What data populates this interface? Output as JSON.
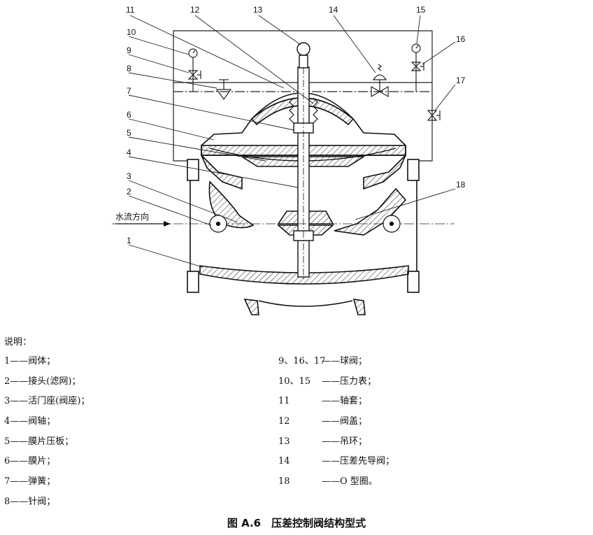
{
  "callouts": [
    "11",
    "12",
    "13",
    "14",
    "15",
    "16",
    "10",
    "9",
    "8",
    "17",
    "7",
    "6",
    "5",
    "4",
    "18",
    "3",
    "2",
    "1"
  ],
  "flow_direction_label": "水流方向",
  "legend_title": "说明：",
  "legend_left": [
    "1——阀体；",
    "2——接头(滤网)；",
    "3——活门座(阀座)；",
    "4——阀轴；",
    "5——膜片压板；",
    "6——膜片；",
    "7——弹簧；",
    "8——针阀；"
  ],
  "legend_right": [
    {
      "num": "9、16、17",
      "desc": "——球阀；"
    },
    {
      "num": "10、15",
      "desc": "——压力表；"
    },
    {
      "num": "11",
      "desc": "——轴套；"
    },
    {
      "num": "12",
      "desc": "——阀盖；"
    },
    {
      "num": "13",
      "desc": "——吊环；"
    },
    {
      "num": "14",
      "desc": "——压差先导阀；"
    },
    {
      "num": "18",
      "desc": "——O 型圈。"
    }
  ],
  "caption": "图 A.6　压差控制阀结构型式"
}
